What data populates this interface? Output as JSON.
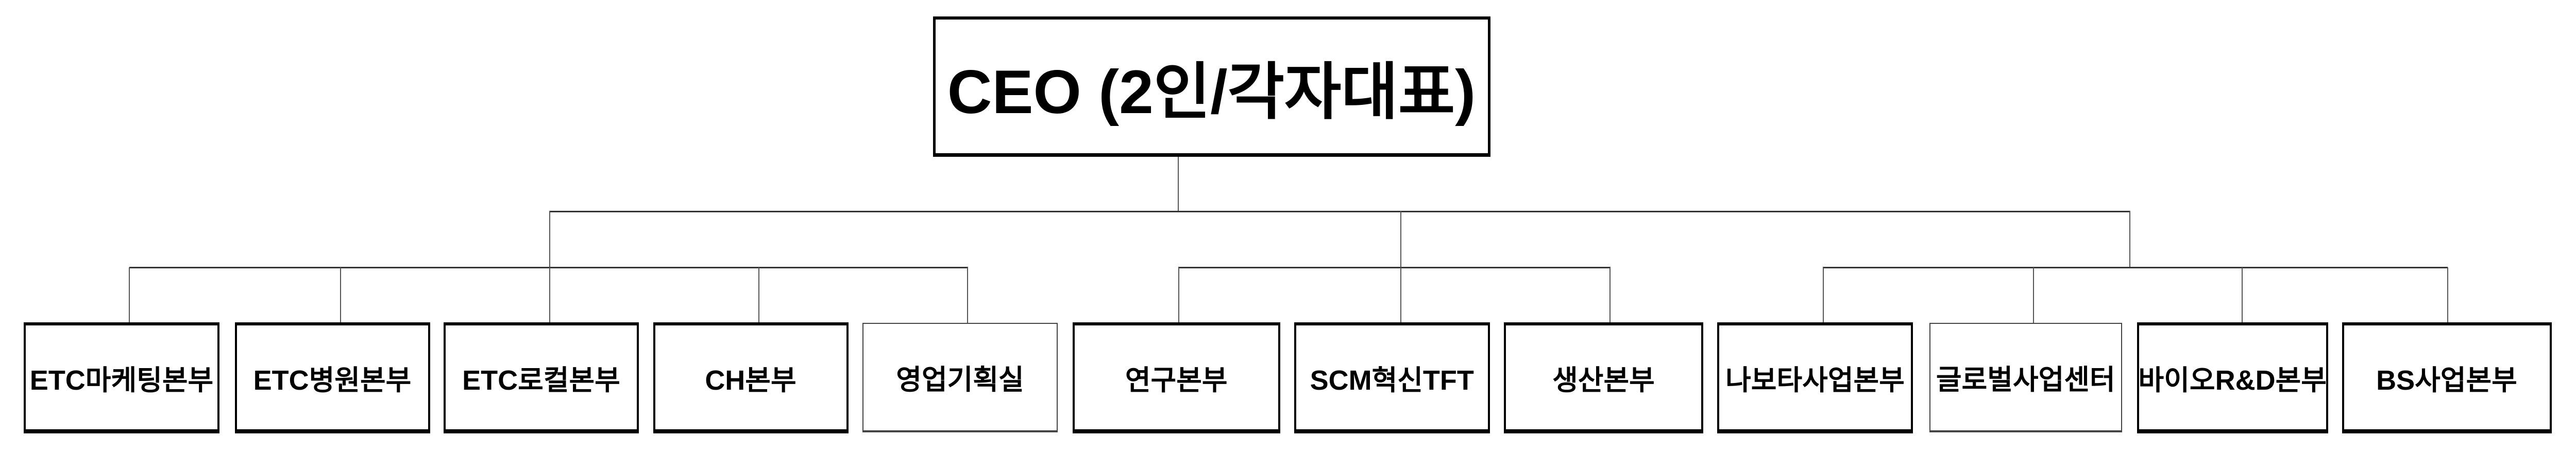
{
  "ceo": {
    "label": "CEO (2인/각자대표)"
  },
  "departments": [
    {
      "label": "ETC마케팅본부"
    },
    {
      "label": "ETC병원본부"
    },
    {
      "label": "ETC로컬본부"
    },
    {
      "label": "CH본부"
    },
    {
      "label": "영업기획실"
    },
    {
      "label": "연구본부"
    },
    {
      "label": "SCM혁신TFT"
    },
    {
      "label": "생산본부"
    },
    {
      "label": "나보타사업본부"
    },
    {
      "label": "글로벌사업센터"
    },
    {
      "label": "바이오R&D본부"
    },
    {
      "label": "BS사업본부"
    }
  ]
}
